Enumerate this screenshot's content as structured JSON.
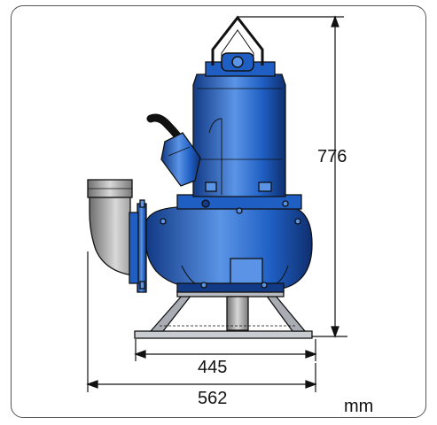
{
  "dimensions": {
    "height": "776",
    "base_width": "445",
    "overall_width": "562"
  },
  "unit": "mm",
  "colors": {
    "pump_blue": "#1f5fc4",
    "pump_light": "#5b94e6",
    "pump_dark": "#123a85",
    "discharge_gray": "#9a9a9a",
    "base_gray": "#b8bcc2",
    "outline": "#111111"
  }
}
